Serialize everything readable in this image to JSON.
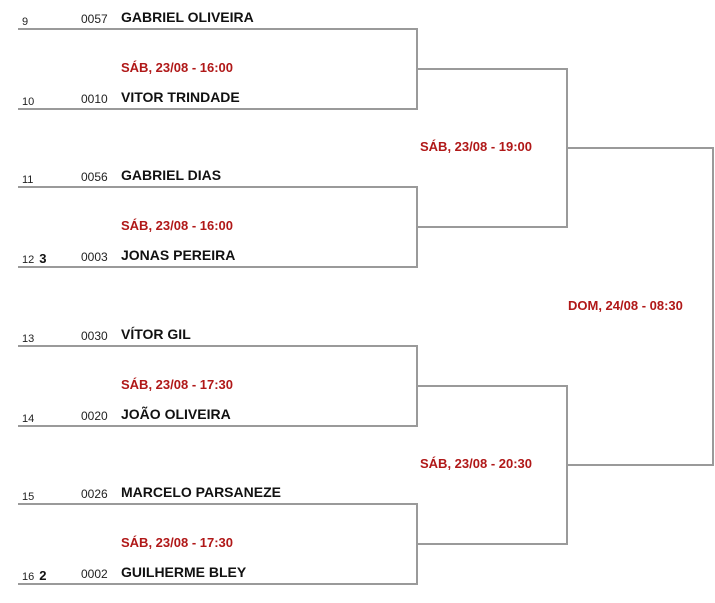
{
  "players": [
    {
      "seed": "9",
      "seed_rank": "",
      "code": "0057",
      "name": "GABRIEL OLIVEIRA"
    },
    {
      "seed": "10",
      "seed_rank": "",
      "code": "0010",
      "name": "VITOR TRINDADE"
    },
    {
      "seed": "11",
      "seed_rank": "",
      "code": "0056",
      "name": "GABRIEL DIAS"
    },
    {
      "seed": "12",
      "seed_rank": "3",
      "code": "0003",
      "name": "JONAS PEREIRA"
    },
    {
      "seed": "13",
      "seed_rank": "",
      "code": "0030",
      "name": "VÍTOR GIL"
    },
    {
      "seed": "14",
      "seed_rank": "",
      "code": "0020",
      "name": "JOÃO OLIVEIRA"
    },
    {
      "seed": "15",
      "seed_rank": "",
      "code": "0026",
      "name": "MARCELO PARSANEZE"
    },
    {
      "seed": "16",
      "seed_rank": "2",
      "code": "0002",
      "name": "GUILHERME BLEY"
    }
  ],
  "round1": [
    {
      "time": "SÁB, 23/08 - 16:00"
    },
    {
      "time": "SÁB, 23/08 - 16:00"
    },
    {
      "time": "SÁB, 23/08 - 17:30"
    },
    {
      "time": "SÁB, 23/08 - 17:30"
    }
  ],
  "round2": [
    {
      "time": "SÁB, 23/08 - 19:00"
    },
    {
      "time": "SÁB, 23/08 - 20:30"
    }
  ],
  "final": {
    "time": "DOM, 24/08 - 08:30"
  },
  "colors": {
    "time_text": "#b01818",
    "line": "#9a9a9a"
  }
}
